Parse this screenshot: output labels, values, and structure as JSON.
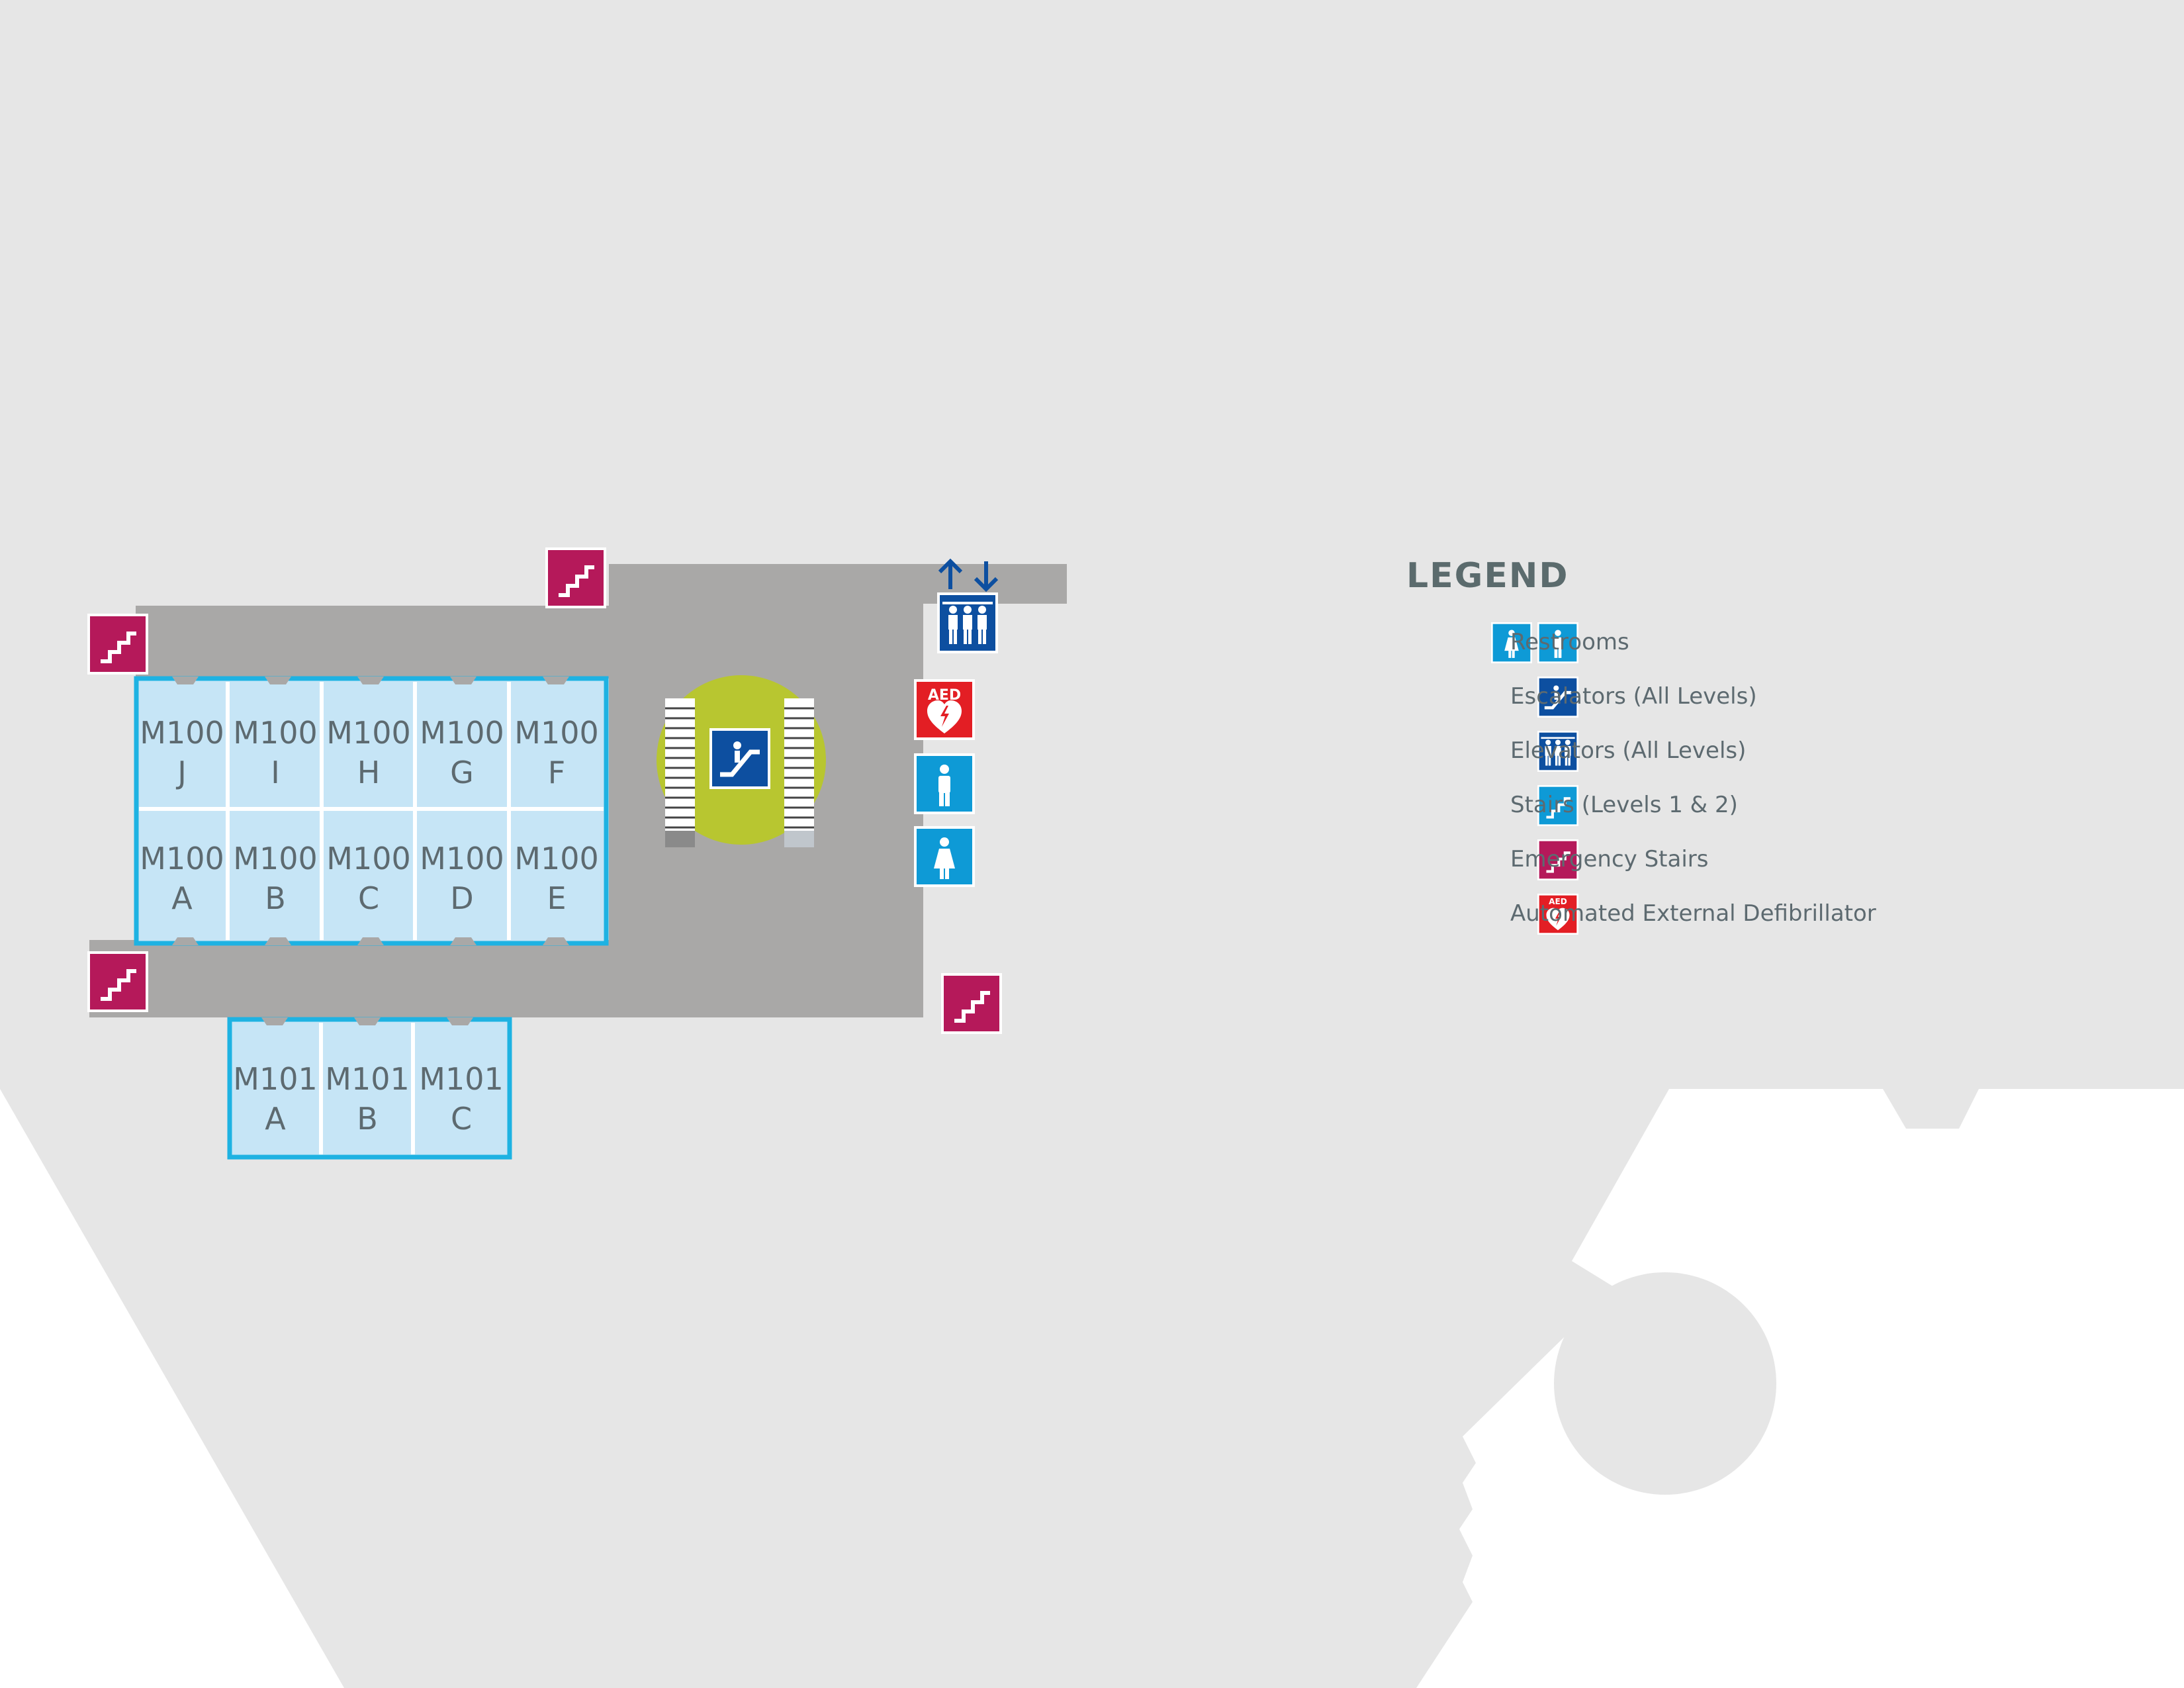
{
  "map": {
    "rooms_upper_row": [
      {
        "code": "M100",
        "letter": "J"
      },
      {
        "code": "M100",
        "letter": "I"
      },
      {
        "code": "M100",
        "letter": "H"
      },
      {
        "code": "M100",
        "letter": "G"
      },
      {
        "code": "M100",
        "letter": "F"
      }
    ],
    "rooms_lower_row": [
      {
        "code": "M100",
        "letter": "A"
      },
      {
        "code": "M100",
        "letter": "B"
      },
      {
        "code": "M100",
        "letter": "C"
      },
      {
        "code": "M100",
        "letter": "D"
      },
      {
        "code": "M100",
        "letter": "E"
      }
    ],
    "rooms_m101": [
      {
        "code": "M101",
        "letter": "A"
      },
      {
        "code": "M101",
        "letter": "B"
      },
      {
        "code": "M101",
        "letter": "C"
      }
    ],
    "aed_badge": "AED",
    "symbols": [
      {
        "type": "emergency-stairs-icon"
      },
      {
        "type": "emergency-stairs-icon"
      },
      {
        "type": "emergency-stairs-icon"
      },
      {
        "type": "emergency-stairs-icon"
      },
      {
        "type": "elevator-icon"
      },
      {
        "type": "aed-icon"
      },
      {
        "type": "restroom-men-icon"
      },
      {
        "type": "restroom-women-icon"
      },
      {
        "type": "escalator-icon"
      }
    ],
    "colors": {
      "building": "#e6e6e6",
      "corridor": "#a9a8a7",
      "room_fill": "#c6e5f6",
      "room_border": "#1eb2e2",
      "atrium": "#b8c630",
      "emergency": "#b5195a",
      "stairs": "#0e9ad6",
      "escalator_elevator": "#0d4fa0",
      "aed": "#e31e24"
    }
  },
  "legend": {
    "title": "LEGEND",
    "items": [
      {
        "label": "Restrooms",
        "icons": [
          "restroom-women-icon",
          "restroom-men-icon"
        ]
      },
      {
        "label": "Escalators (All Levels)",
        "icons": [
          "escalator-icon"
        ]
      },
      {
        "label": "Elevators (All Levels)",
        "icons": [
          "elevator-icon"
        ]
      },
      {
        "label": "Stairs (Levels 1 & 2)",
        "icons": [
          "stairs-icon"
        ]
      },
      {
        "label": "Emergency Stairs",
        "icons": [
          "emergency-stairs-icon"
        ]
      },
      {
        "label": "Automated External Defibrillator",
        "icons": [
          "aed-icon"
        ]
      }
    ]
  }
}
